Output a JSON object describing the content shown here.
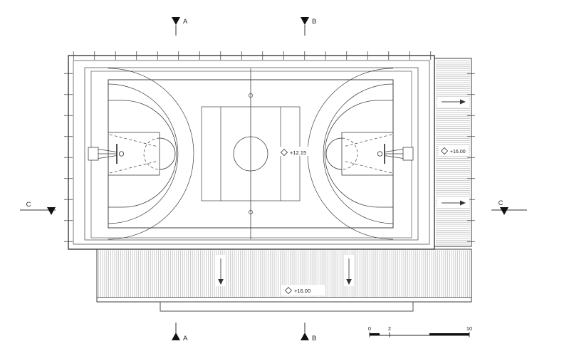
{
  "section_markers": {
    "a_top": "A",
    "b_top": "B",
    "a_bottom": "A",
    "b_bottom": "B",
    "c_left": "C",
    "c_right": "C"
  },
  "levels": {
    "court": "+12.15",
    "side_deck": "+16.00",
    "bottom_deck": "+16.00"
  },
  "scale_bar": {
    "tick_0": "0",
    "tick_2": "2",
    "tick_10": "10"
  },
  "colors": {
    "background": "#ffffff",
    "line_dark": "#3c3c3c",
    "line_mid": "#555555",
    "hatch": "#a8a8a8",
    "marker_fill": "#111111"
  }
}
